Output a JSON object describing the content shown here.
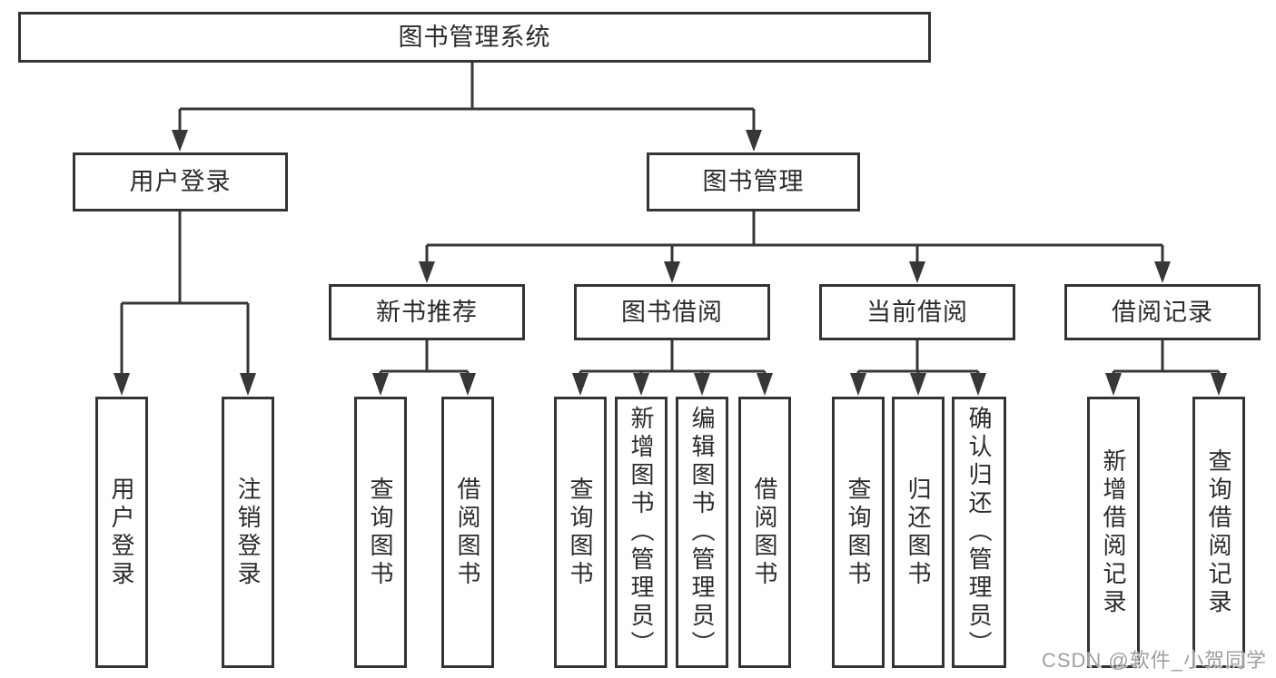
{
  "nodes": {
    "root": "图书管理系统",
    "l2": [
      {
        "label": "用户登录",
        "children": [
          "用户登录",
          "注销登录"
        ]
      },
      {
        "label": "图书管理",
        "children": [
          {
            "label": "新书推荐",
            "children": [
              "查询图书",
              "借阅图书"
            ]
          },
          {
            "label": "图书借阅",
            "children": [
              "查询图书",
              "新增图书（管理员）",
              "编辑图书（管理员）",
              "借阅图书"
            ]
          },
          {
            "label": "当前借阅",
            "children": [
              "查询图书",
              "归还图书",
              "确认归还（管理员）"
            ]
          },
          {
            "label": "借阅记录",
            "children": [
              "新增借阅记录",
              "查询借阅记录"
            ]
          }
        ]
      }
    ]
  },
  "watermark": "CSDN @软件_小贺同学",
  "colors": {
    "line": "#373737",
    "border": "#343434",
    "text": "#2b2b2b",
    "watermark": "#a0a0a0"
  }
}
